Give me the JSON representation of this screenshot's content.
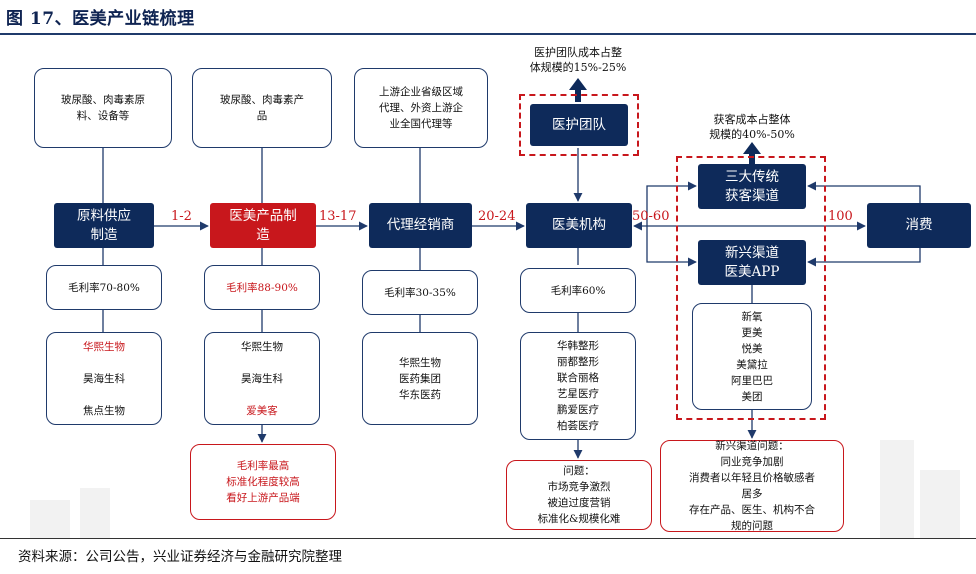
{
  "title": "图 17、医美产业链梳理",
  "source": "资料来源：公司公告，兴业证券经济与金融研究院整理",
  "nodes": {
    "raw_desc": "玻尿酸、肉毒素原\n料、设备等",
    "raw_supply": "原料供应\n制造",
    "raw_margin": "毛利率70-80%",
    "raw_companies": [
      "华熙生物",
      "昊海生科",
      "焦点生物"
    ],
    "prod_desc": "玻尿酸、肉毒素产\n品",
    "prod_mfg": "医美产品制\n造",
    "prod_margin": "毛利率88-90%",
    "prod_companies": [
      "华熙生物",
      "昊海生科",
      "爱美客"
    ],
    "prod_note": "毛利率最高\n标准化程度较高\n看好上游产品端",
    "dist_desc": "上游企业省级区域\n代理、外资上游企\n业全国代理等",
    "dist": "代理经销商",
    "dist_margin": "毛利率30-35%",
    "dist_companies": "华熙生物\n医药集团\n华东医药",
    "medical_team_note": "医护团队成本占整\n体规模的15%-25%",
    "medical_team": "医护团队",
    "institution": "医美机构",
    "inst_margin": "毛利率60%",
    "inst_companies": "华韩整形\n丽都整形\n联合丽格\n艺星医疗\n鹏爱医疗\n柏荟医疗",
    "inst_issues": "问题：\n市场竞争激烈\n被迫过度营销\n标准化&规模化难",
    "acq_note": "获客成本占整体\n规模的40%-50%",
    "traditional": "三大传统\n获客渠道",
    "new_channel": "新兴渠道\n医美APP",
    "apps": "新氧\n更美\n悦美\n美黛拉\n阿里巴巴\n美团",
    "new_issues": "新兴渠道问题：\n同业竞争加剧\n消费者以年轻且价格敏感者\n居多\n存在产品、医生、机构不合\n规的问题",
    "consumption": "消费"
  },
  "flows": {
    "f1": "1-2",
    "f2": "13-17",
    "f3": "20-24",
    "f4": "50-60",
    "f5": "100"
  },
  "colors": {
    "navy": "#0e2a5a",
    "red": "#c8171c",
    "line": "#1f3a6b"
  }
}
